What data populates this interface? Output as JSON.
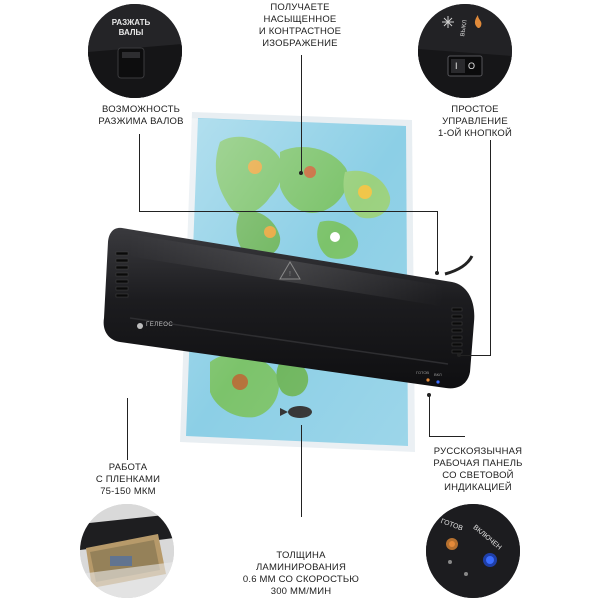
{
  "labels": {
    "top_center": [
      "ПОЛУЧАЕТЕ",
      "НАСЫЩЕННОЕ",
      "И КОНТРАСТНОЕ",
      "ИЗОБРАЖЕНИЕ"
    ],
    "left_top": [
      "ВОЗМОЖНОСТЬ",
      "РАЗЖИМА ВАЛОВ"
    ],
    "right_top": [
      "ПРОСТОЕ",
      "УПРАВЛЕНИЕ",
      "1-ОЙ КНОПКОЙ"
    ],
    "left_bottom": [
      "РАБОТА",
      "С ПЛЕНКАМИ",
      "75-150 МКМ"
    ],
    "right_bottom": [
      "РУССКОЯЗЫЧНАЯ",
      "РАБОЧАЯ ПАНЕЛЬ",
      "СО СВЕТОВОЙ",
      "ИНДИКАЦИЕЙ"
    ],
    "bottom_center": [
      "ТОЛЩИНА",
      "ЛАМИНИРОВАНИЯ",
      "0.6 ММ СО СКОРОСТЬЮ",
      "300 ММ/МИН"
    ]
  },
  "circles": {
    "top_left": {
      "text": [
        "РАЗЖАТЬ",
        "ВАЛЫ"
      ]
    },
    "top_right": {
      "switch_label": "ВЫКЛ",
      "switch_symbols": "I O"
    },
    "bottom_right": {
      "ready": "ГОТОВ",
      "on": "ВКЛЮЧЕН"
    }
  },
  "device": {
    "brand": "ГЕЛЕОС",
    "panel": [
      "ГОТОВ",
      "ВКЛ"
    ]
  },
  "colors": {
    "map_ocean": "#8ccfe6",
    "land_green": "#7cc36b",
    "device_body": "#1b1b1d",
    "led_orange": "#e58a3a",
    "led_blue": "#3b6dff"
  }
}
